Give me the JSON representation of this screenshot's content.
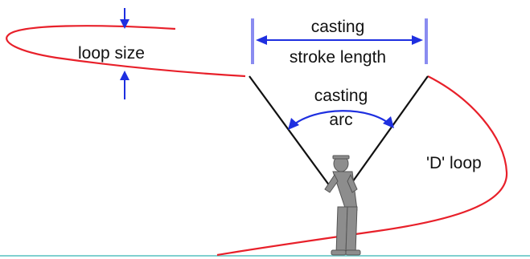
{
  "labels": {
    "loop_size": "loop size",
    "casting_stroke_line1": "casting",
    "casting_stroke_line2": "stroke length",
    "casting_arc_line1": "casting",
    "casting_arc_line2": "arc",
    "d_loop": "'D' loop"
  },
  "colors": {
    "line_red": "#e8202a",
    "arrow_blue": "#1e2fe0",
    "bracket_blue": "#8a8cf0",
    "rod_black": "#111111",
    "figure_gray": "#8d8d8d",
    "ground_teal": "#7fd0cf",
    "text": "#111111"
  }
}
